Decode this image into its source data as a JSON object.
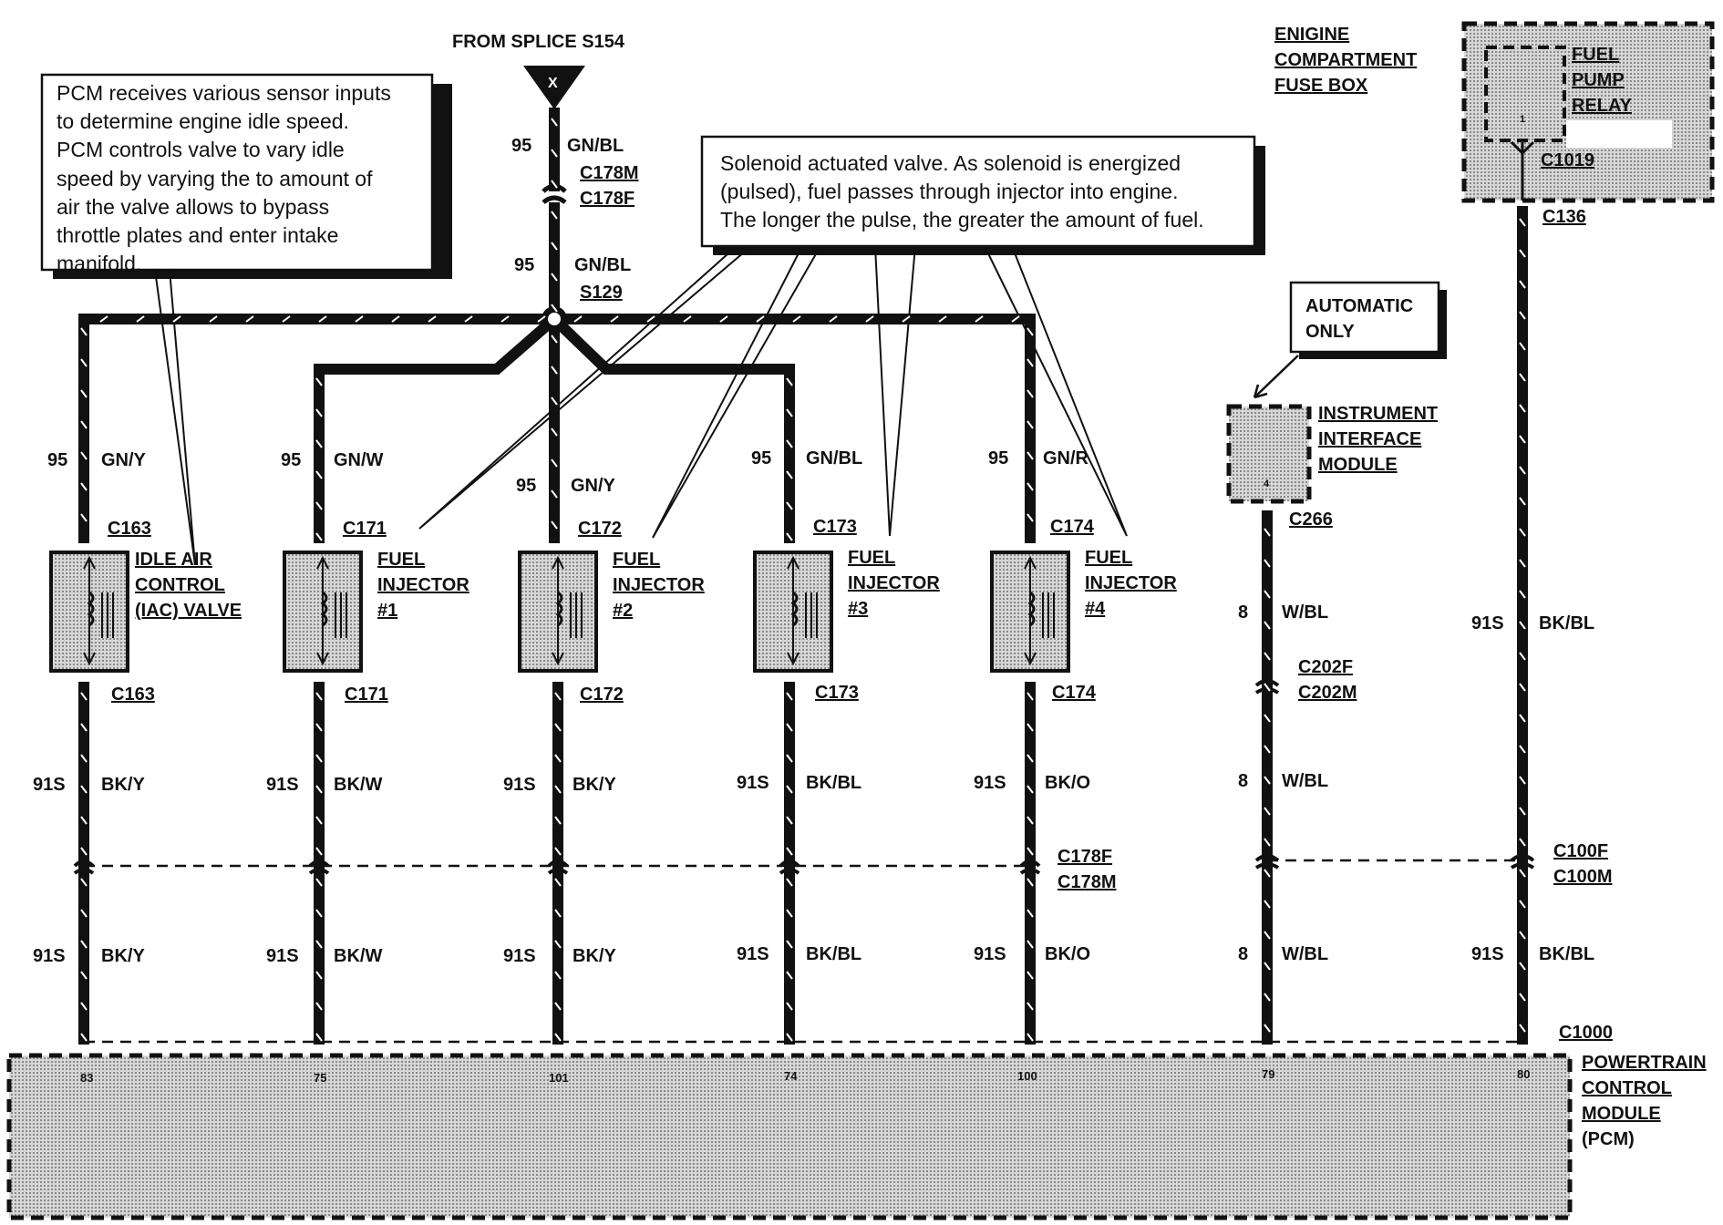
{
  "source": {
    "title": "FROM SPLICE S154",
    "symbol": "X",
    "circuit": "95",
    "color": "GN/BL",
    "connector_top": "C178M",
    "connector_bottom": "C178F",
    "splice_circuit": "95",
    "splice_color": "GN/BL",
    "splice_name": "S129"
  },
  "notes": {
    "pcm": [
      "PCM receives various sensor inputs",
      "to determine engine idle speed.",
      "PCM controls valve to vary idle",
      "speed by varying the to amount of",
      "air the valve allows to bypass",
      "throttle plates and enter intake",
      "manifold."
    ],
    "solenoid": [
      "Solenoid actuated valve. As solenoid is energized",
      "(pulsed), fuel passes through injector into engine.",
      "The longer the pulse, the greater the amount of fuel."
    ],
    "automatic": [
      "AUTOMATIC",
      "ONLY"
    ]
  },
  "components": [
    {
      "name": [
        "IDLE AIR",
        "CONTROL",
        "(IAC) VALVE"
      ],
      "top_circuit": "95",
      "top_color": "GN/Y",
      "connector": "C163",
      "bottom_circuit": "91S",
      "bottom_color": "BK/Y",
      "low_circuit": "91S",
      "low_color": "BK/Y",
      "pin": "83"
    },
    {
      "name": [
        "FUEL",
        "INJECTOR",
        "#1"
      ],
      "top_circuit": "95",
      "top_color": "GN/W",
      "connector": "C171",
      "bottom_circuit": "91S",
      "bottom_color": "BK/W",
      "low_circuit": "91S",
      "low_color": "BK/W",
      "pin": "75"
    },
    {
      "name": [
        "FUEL",
        "INJECTOR",
        "#2"
      ],
      "top_circuit": "95",
      "top_color": "GN/Y",
      "connector": "C172",
      "bottom_circuit": "91S",
      "bottom_color": "BK/Y",
      "low_circuit": "91S",
      "low_color": "BK/Y",
      "pin": "101"
    },
    {
      "name": [
        "FUEL",
        "INJECTOR",
        "#3"
      ],
      "top_circuit": "95",
      "top_color": "GN/BL",
      "connector": "C173",
      "bottom_circuit": "91S",
      "bottom_color": "BK/BL",
      "low_circuit": "91S",
      "low_color": "BK/BL",
      "pin": "74"
    },
    {
      "name": [
        "FUEL",
        "INJECTOR",
        "#4"
      ],
      "top_circuit": "95",
      "top_color": "GN/R",
      "connector": "C174",
      "bottom_circuit": "91S",
      "bottom_color": "BK/O",
      "low_circuit": "91S",
      "low_color": "BK/O",
      "pin": "100"
    }
  ],
  "inline_connector": {
    "top": "C178F",
    "bottom": "C178M"
  },
  "instrument_module": {
    "name": [
      "INSTRUMENT",
      "INTERFACE",
      "MODULE"
    ],
    "pin": "4",
    "connector": "C266",
    "circuit": "8",
    "color": "W/BL",
    "mid_connector_top": "C202F",
    "mid_connector_bottom": "C202M",
    "circuit2": "8",
    "color2": "W/BL",
    "circuit3": "8",
    "color3": "W/BL",
    "pin_pcm": "79"
  },
  "fuse_box": {
    "name": [
      "ENIGINE",
      "COMPARTMENT",
      "FUSE BOX"
    ]
  },
  "fuel_pump_relay": {
    "name": [
      "FUEL",
      "PUMP",
      "RELAY"
    ],
    "pin": "1",
    "connector": "C1019",
    "out_connector": "C136",
    "circuit": "91S",
    "color": "BK/BL",
    "low_circuit": "91S",
    "low_color": "BK/BL",
    "pin_pcm": "80"
  },
  "right_inline_connector": {
    "top": "C100F",
    "bottom": "C100M"
  },
  "pcm": {
    "connector": "C1000",
    "name": [
      "POWERTRAIN",
      "CONTROL",
      "MODULE",
      "(PCM)"
    ]
  }
}
